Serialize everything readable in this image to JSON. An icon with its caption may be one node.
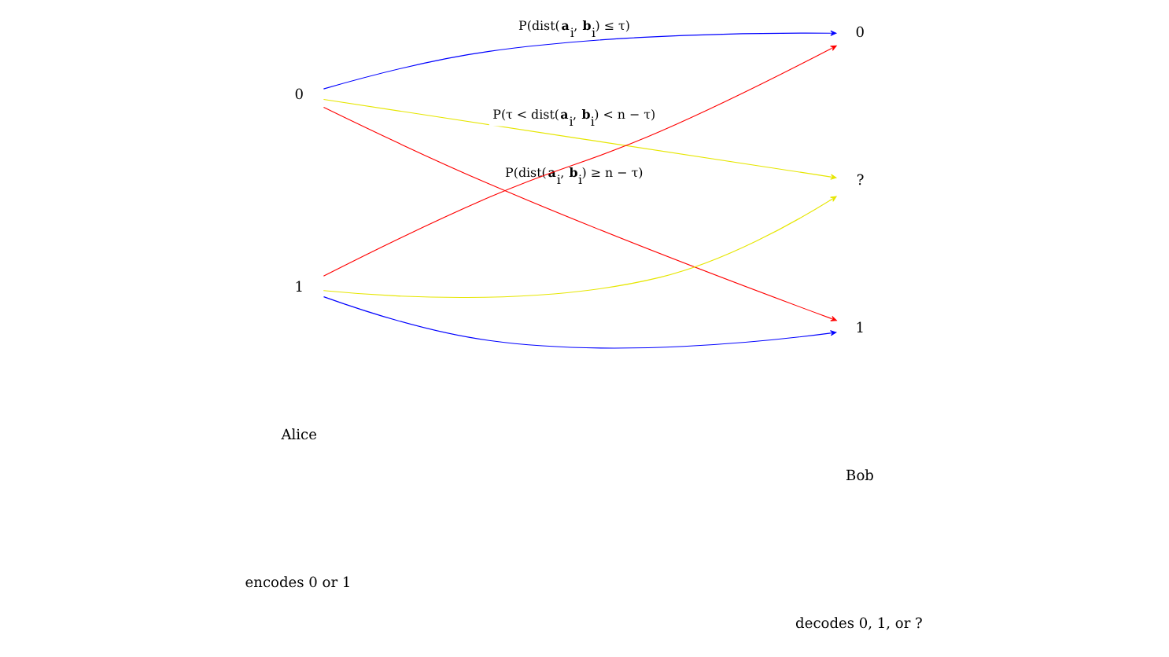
{
  "diagram": {
    "nodes": [
      {
        "text": [
          "0"
        ]
      },
      {
        "text": [
          "1"
        ]
      },
      {
        "text": [
          "0"
        ]
      },
      {
        "text": [
          "?"
        ]
      },
      {
        "text": [
          "1"
        ]
      }
    ],
    "edges": [
      {
        "from": 1,
        "to": 2,
        "arrow": "to",
        "color": "#ff0000"
      },
      {
        "from": 1,
        "to": 3,
        "arrow": "to",
        "color": "#e6e600"
      },
      {
        "from": 1,
        "to": 4,
        "arrow": "to",
        "color": "#0000ff"
      },
      {
        "from": 0,
        "to": 2,
        "arrow": "to",
        "color": "#0000ff",
        "label": "P(dist(**a**$_{i}$, **b**$_{i}$) ≤ τ)"
      },
      {
        "from": 0,
        "to": 3,
        "arrow": "to",
        "color": "#e6e600",
        "label": "P(τ < dist(**a**$_{i}$, **b**$_{i}$) < n − τ)"
      },
      {
        "from": 0,
        "to": 4,
        "arrow": "to",
        "color": "#ff0000",
        "label": "P(dist(**a**$_{i}$, **b**$_{i}$) ≥ n − τ)"
      }
    ],
    "labels": [
      "Alice",
      "Bob",
      "encodes 0 or 1",
      "decodes 0, 1, or ?"
    ]
  }
}
